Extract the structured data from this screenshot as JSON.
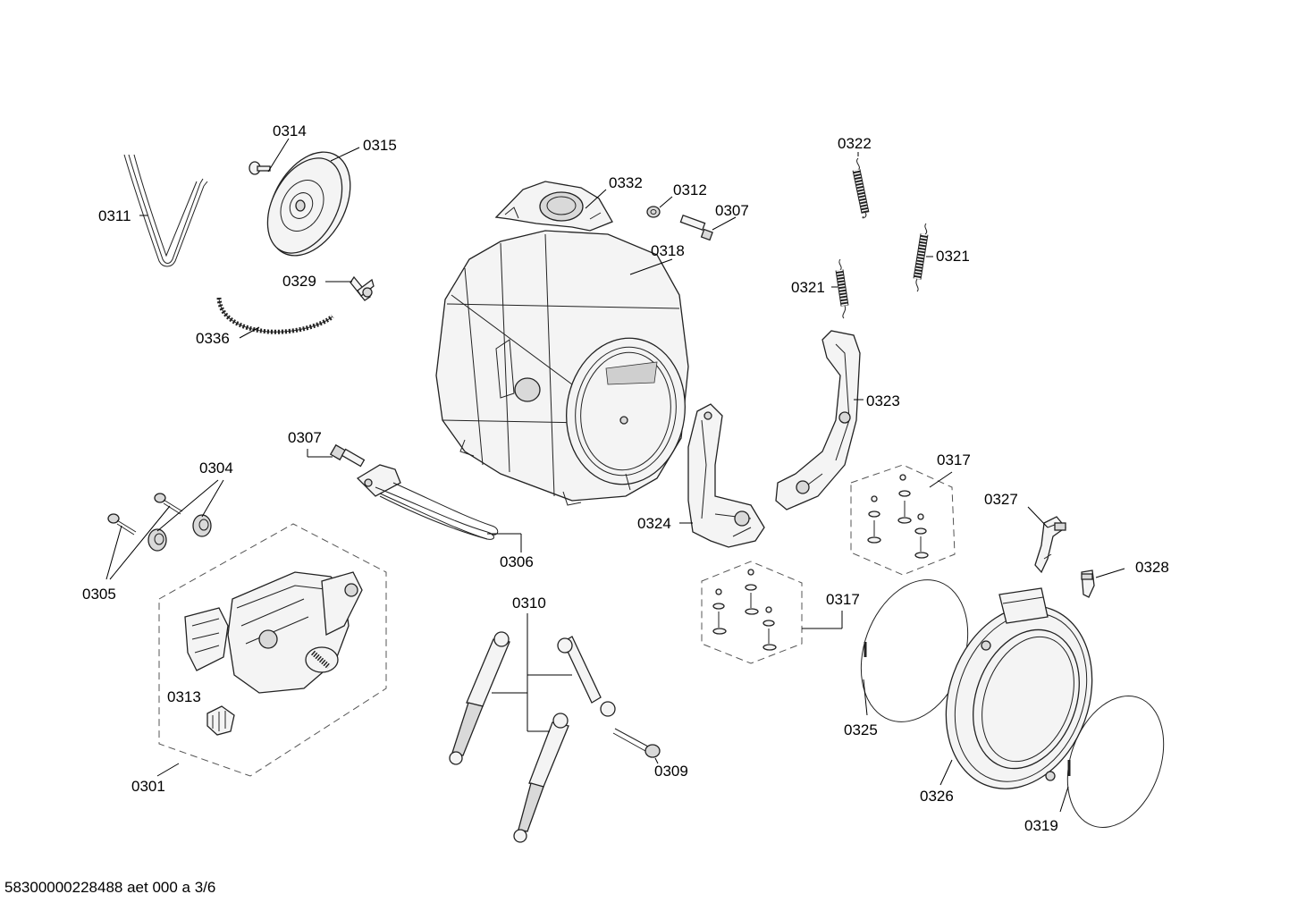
{
  "labels": {
    "p0311": "0311",
    "p0314": "0314",
    "p0315": "0315",
    "p0329": "0329",
    "p0336": "0336",
    "p0332": "0332",
    "p0312": "0312",
    "p0307a": "0307",
    "p0318": "0318",
    "p0322": "0322",
    "p0321a": "0321",
    "p0321b": "0321",
    "p0323": "0323",
    "p0307b": "0307",
    "p0304": "0304",
    "p0305": "0305",
    "p0306": "0306",
    "p0324": "0324",
    "p0317a": "0317",
    "p0317b": "0317",
    "p0327": "0327",
    "p0328": "0328",
    "p0310": "0310",
    "p0313": "0313",
    "p0301": "0301",
    "p0309": "0309",
    "p0325": "0325",
    "p0326": "0326",
    "p0319": "0319"
  },
  "footer": "58300000228488 aet 000 a 3/6"
}
